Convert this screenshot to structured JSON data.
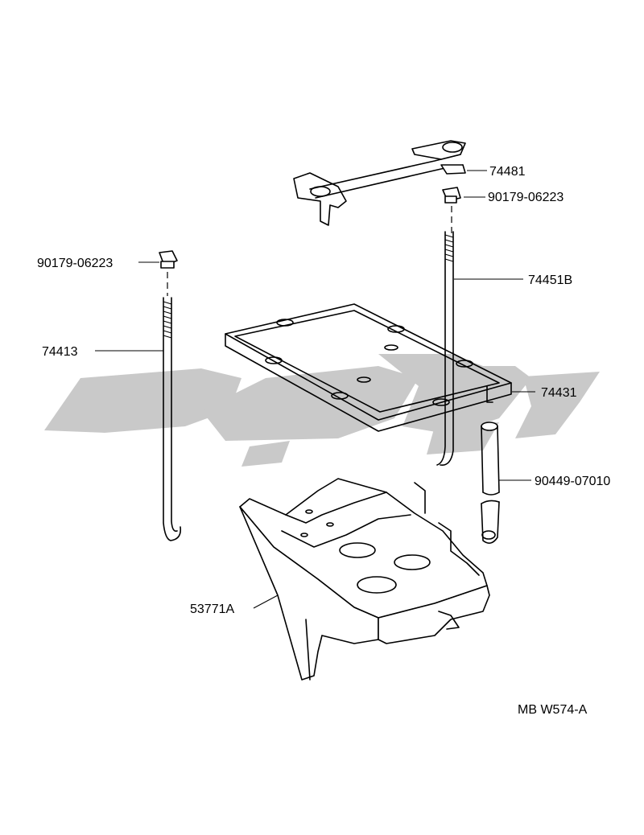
{
  "diagram": {
    "reference_code": "MB W574-A",
    "parts": [
      {
        "id": "bracket-clamp",
        "number": "74481"
      },
      {
        "id": "nut-right",
        "number": "90179-06223"
      },
      {
        "id": "nut-left",
        "number": "90179-06223"
      },
      {
        "id": "rod-right",
        "number": "74451B"
      },
      {
        "id": "rod-left",
        "number": "74413"
      },
      {
        "id": "frame",
        "number": "74431"
      },
      {
        "id": "tube",
        "number": "90449-07010"
      },
      {
        "id": "tray",
        "number": "53771A"
      }
    ]
  },
  "watermark": {
    "color": "#c9c9c9"
  }
}
